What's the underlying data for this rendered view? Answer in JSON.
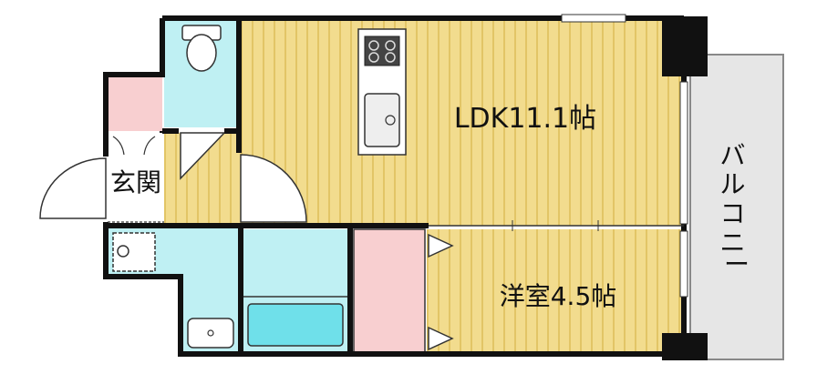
{
  "rooms": {
    "ldk": {
      "label": "LDK11.1帖"
    },
    "western": {
      "label": "洋室4.5帖"
    },
    "entrance": {
      "label": "玄関"
    },
    "balcony": {
      "label": "バルコニー"
    }
  },
  "colors": {
    "wall": "#111111",
    "floor_wood": "#f2dc8e",
    "floor_stripe": "#e2c566",
    "wet_area": "#bff0f3",
    "storage_pink": "#f8cfd0",
    "entrance_floor": "#ffffff",
    "balcony": "#e6e6e6",
    "bathtub": "#6fe0ea"
  }
}
